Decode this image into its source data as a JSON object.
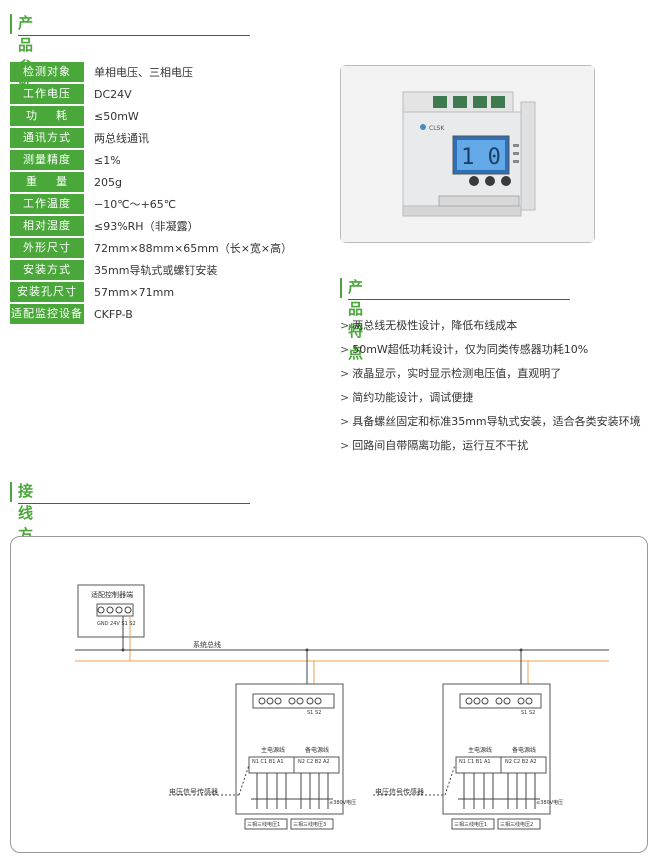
{
  "sections": {
    "params_title": "产品参数",
    "features_title": "产品特点",
    "wiring_title": "接线方式"
  },
  "params": [
    {
      "label": "检测对象",
      "value": "单相电压、三相电压"
    },
    {
      "label": "工作电压",
      "value": "DC24V"
    },
    {
      "label": "功    耗",
      "value": "≤50mW"
    },
    {
      "label": "通讯方式",
      "value": "两总线通讯"
    },
    {
      "label": "测量精度",
      "value": "≤1%"
    },
    {
      "label": "重    量",
      "value": "205g"
    },
    {
      "label": "工作温度",
      "value": "−10℃～+65℃"
    },
    {
      "label": "相对湿度",
      "value": "≤93%RH（非凝露）"
    },
    {
      "label": "外形尺寸",
      "value": "72mm×88mm×65mm（长×宽×高）"
    },
    {
      "label": "安装方式",
      "value": "35mm导轨式或螺钉安装"
    },
    {
      "label": "安装孔尺寸",
      "value": "57mm×71mm"
    },
    {
      "label": "适配监控设备",
      "value": "CKFP-B"
    }
  ],
  "features": [
    "两总线无极性设计，降低布线成本",
    "50mW超低功耗设计，仅为同类传感器功耗10%",
    "液晶显示，实时显示检测电压值，直观明了",
    "简约功能设计，调试便捷",
    "具备螺丝固定和标准35mm导轨式安装，适合各类安装环境",
    "回路间自带隔离功能，运行互不干扰"
  ],
  "product_photo": {
    "display_value": "1 0",
    "brand": "CLSK"
  },
  "diagram": {
    "controller_label": "适配控制器端",
    "controller_terminals": "GND 24V S1 S2",
    "bus_label": "系统总线",
    "sensor_label": "电压信号传感器",
    "s_terminals": "S1 S2",
    "main_circuit": "主电源线",
    "backup_circuit": "备电源线",
    "left_terminals": "N1 C1 B1 A1",
    "right_terminals": "N2 C2 B2 A2",
    "input_note": "≤380V电压",
    "main_box": "三相三线电压1",
    "backup_box_1": "三相三线电压3",
    "backup_box_2": "三相三线电压2"
  },
  "colors": {
    "accent": "#4aa83a",
    "bus_orange": "#f0a050"
  }
}
